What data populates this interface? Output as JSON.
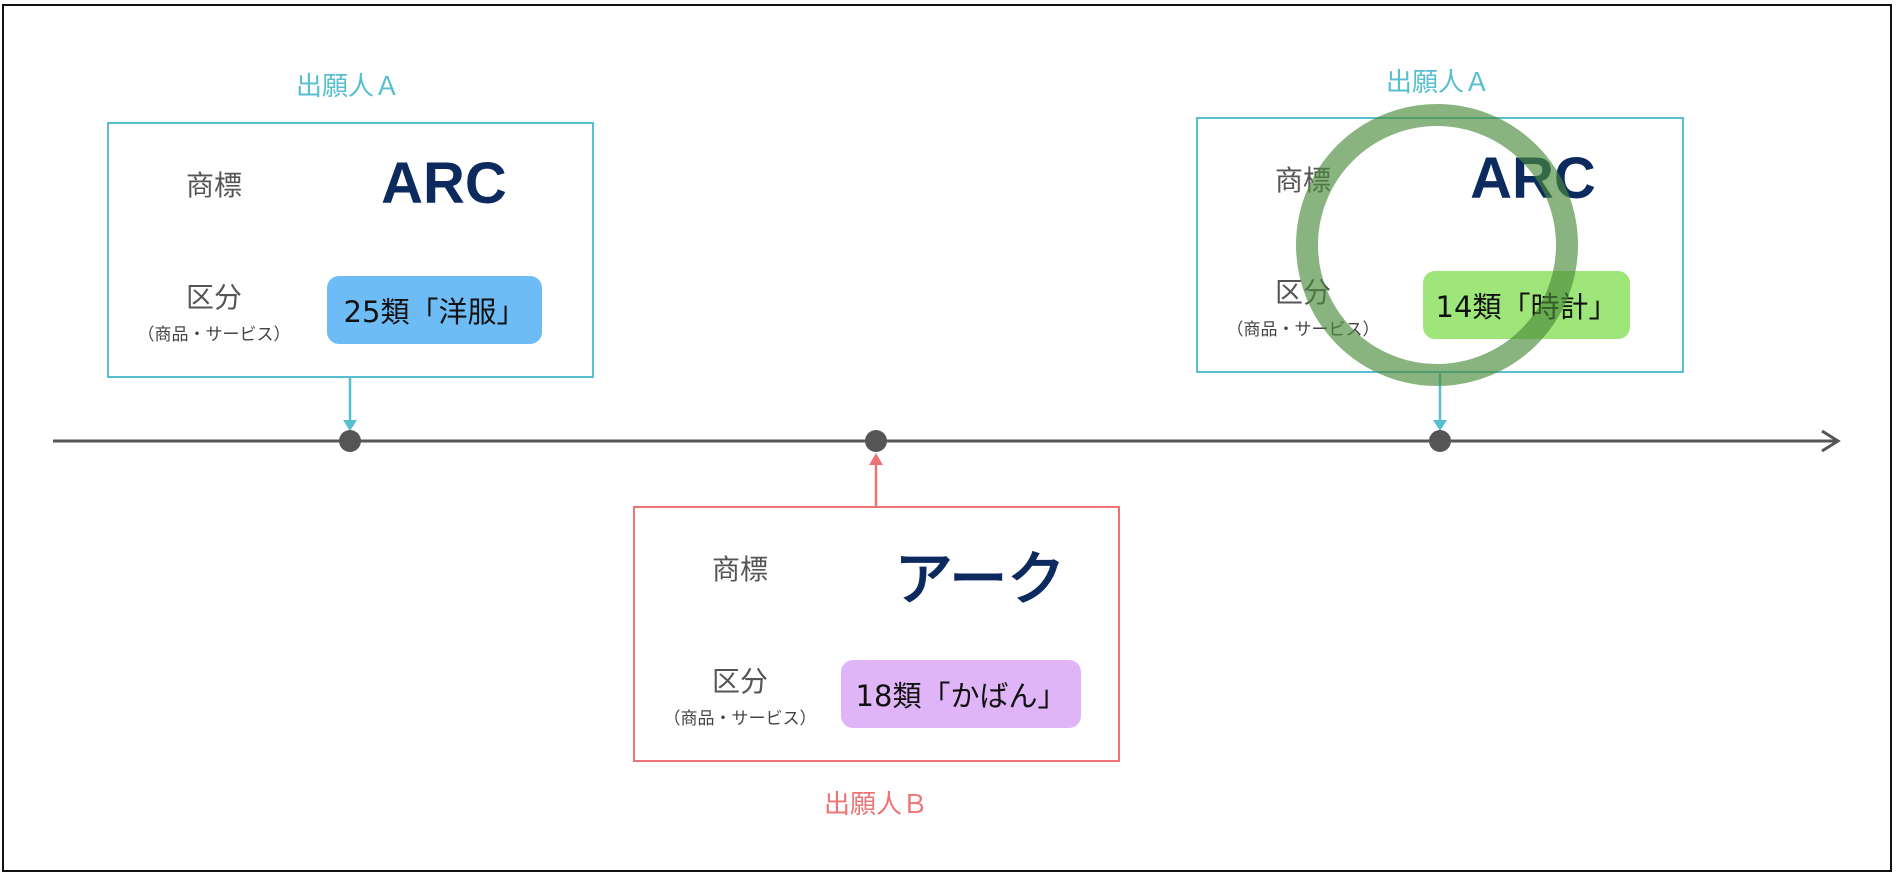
{
  "colors": {
    "applicant_a": "#57bfd0",
    "applicant_b": "#ec7474",
    "axis": "#555555",
    "mark": "#0c2a5e",
    "pill_a1": "#6dbcf6",
    "pill_a2": "#9fe67a",
    "pill_b": "#e0b5f8",
    "ring": "#4a8a3a"
  },
  "cards": [
    {
      "applicant": "出願人Ａ",
      "mark_label": "商標",
      "class_label": "区分",
      "class_sub": "（商品・サービス）",
      "mark": "ARC",
      "class_value": "25類「洋服」"
    },
    {
      "applicant": "出願人Ｂ",
      "mark_label": "商標",
      "class_label": "区分",
      "class_sub": "（商品・サービス）",
      "mark": "アーク",
      "class_value": "18類「かばん」"
    },
    {
      "applicant": "出願人Ａ",
      "mark_label": "商標",
      "class_label": "区分",
      "class_sub": "（商品・サービス）",
      "mark": "ARC",
      "class_value": "14類「時計」"
    }
  ]
}
